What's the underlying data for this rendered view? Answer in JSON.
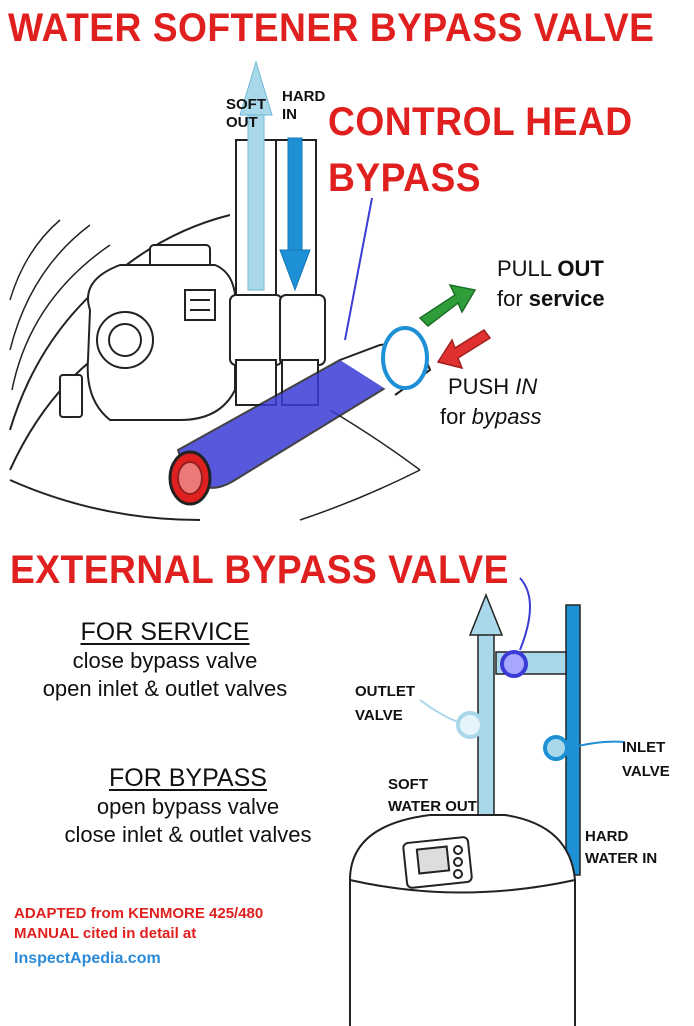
{
  "title": "WATER SOFTENER BYPASS VALVE",
  "control_head": {
    "title_line1": "CONTROL HEAD",
    "title_line2": "BYPASS",
    "soft_out_label": [
      "SOFT",
      "OUT"
    ],
    "hard_in_label": [
      "HARD",
      "IN"
    ],
    "pull_out": {
      "line1_plain": "PULL ",
      "line1_bold": "OUT",
      "line2_plain": "for ",
      "line2_bold": "service"
    },
    "push_in": {
      "line1_plain": "PUSH ",
      "line1_italic": "IN",
      "line2_plain": "for ",
      "line2_italic": "bypass"
    }
  },
  "external": {
    "title": "EXTERNAL BYPASS VALVE",
    "service": {
      "heading": "FOR SERVICE",
      "lines": [
        "close bypass valve",
        "open inlet & outlet valves"
      ]
    },
    "bypass": {
      "heading": "FOR BYPASS",
      "lines": [
        "open bypass valve",
        "close inlet & outlet valves"
      ]
    },
    "labels": {
      "outlet_valve": [
        "OUTLET",
        "VALVE"
      ],
      "inlet_valve": [
        "INLET",
        "VALVE"
      ],
      "soft_water_out": [
        "SOFT",
        "WATER OUT"
      ],
      "hard_water_in": [
        "HARD",
        "WATER IN"
      ]
    }
  },
  "credit": {
    "lines": [
      "ADAPTED from KENMORE 425/480",
      "MANUAL cited in detail at"
    ],
    "site": "InspectApedia.com"
  },
  "colors": {
    "title_red": "#e0201e",
    "light_blue": "#a9d8ea",
    "pipe_blue": "#1e90d6",
    "valve_purple": "#3b3bd6",
    "arrow_green": "#2f9e3a",
    "arrow_red": "#e03030",
    "site_blue": "#2b8bd9"
  }
}
